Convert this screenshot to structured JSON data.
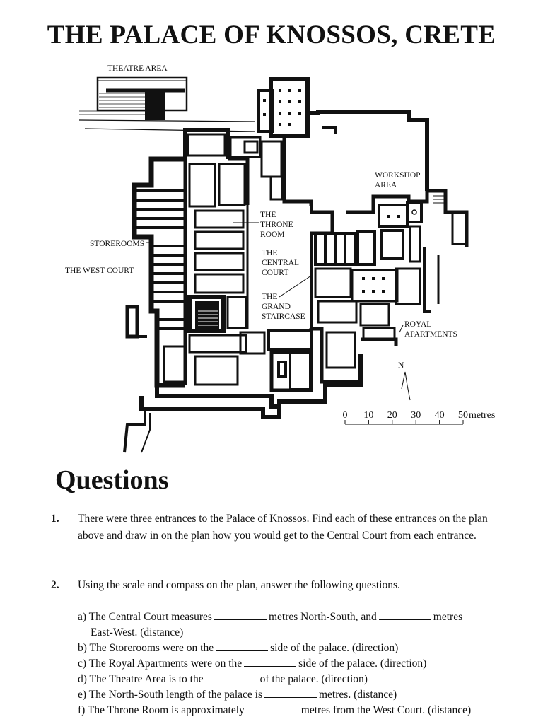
{
  "title": "THE PALACE OF KNOSSOS, CRETE",
  "plan": {
    "labels": {
      "theatre_area": "THEATRE  AREA",
      "workshop_line1": "WORKSHOP",
      "workshop_line2": "AREA",
      "storerooms": "STOREROOMS",
      "west_court": "THE WEST COURT",
      "throne_line1": "THE",
      "throne_line2": "THRONE",
      "throne_line3": "ROOM",
      "central_line1": "THE",
      "central_line2": "CENTRAL",
      "central_line3": "COURT",
      "grand_line1": "THE",
      "grand_line2": "GRAND",
      "grand_line3": "STAIRCASE",
      "royal_line1": "ROYAL",
      "royal_line2": "APARTMENTS"
    },
    "compass": {
      "letter": "N"
    },
    "scale": {
      "ticks": [
        "0",
        "10",
        "20",
        "30",
        "40",
        "50"
      ],
      "unit": "metres"
    }
  },
  "questions": {
    "heading": "Questions",
    "q1": {
      "number": "1.",
      "text": "There were three entrances to the Palace of Knossos. Find each of these entrances on the plan above and draw in on the plan how you would get to the Central Court from each entrance."
    },
    "q2": {
      "number": "2.",
      "text": "Using the scale and compass on the plan, answer the following questions.",
      "a": {
        "p1": "a) The Central Court measures",
        "p2": "metres North-South, and",
        "p3": "metres",
        "p4": "East-West. (distance)"
      },
      "b": {
        "p1": "b) The Storerooms were on the",
        "p2": "side of the palace. (direction)"
      },
      "c": {
        "p1": "c) The Royal Apartments were on the",
        "p2": "side of the palace. (direction)"
      },
      "d": {
        "p1": "d) The Theatre Area is to the",
        "p2": "of the palace. (direction)"
      },
      "e": {
        "p1": "e) The North-South length of the palace is",
        "p2": "metres. (distance)"
      },
      "f": {
        "p1": "f) The Throne Room is approximately",
        "p2": "metres from the West Court. (distance)"
      }
    }
  }
}
